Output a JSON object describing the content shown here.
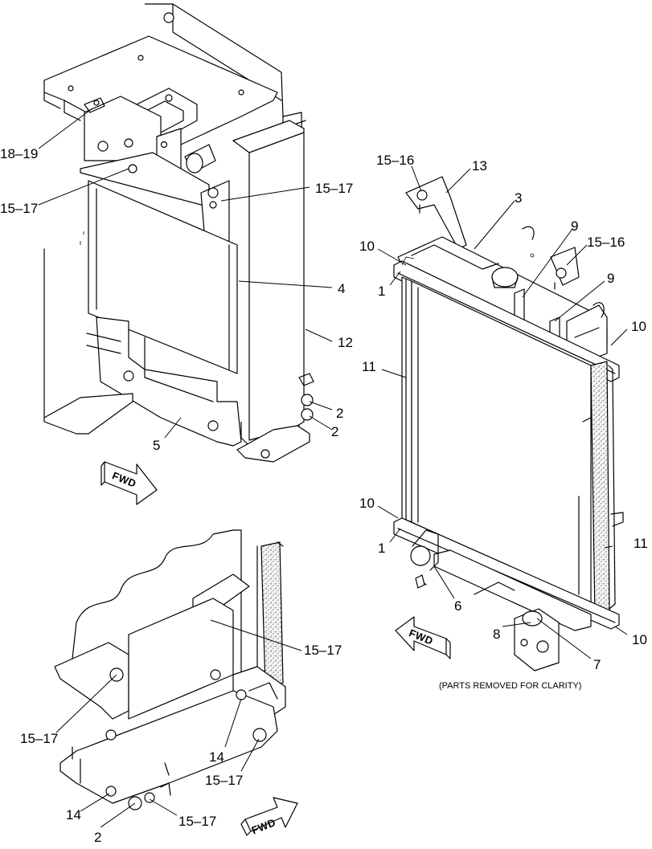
{
  "callouts": {
    "c18_19": "18–19",
    "c15_17a": "15–17",
    "c15_17b": "15–17",
    "c4": "4",
    "c12": "12",
    "c2a": "2",
    "c2b": "2",
    "c5": "5",
    "c15_16a": "15–16",
    "c13": "13",
    "c3": "3",
    "c10a": "10",
    "c1a": "1",
    "c9a": "9",
    "c15_16b": "15–16",
    "c9b": "9",
    "c10b": "10",
    "c11a": "11",
    "c10c": "10",
    "c1b": "1",
    "c6": "6",
    "c11b": "11",
    "c8": "8",
    "c7": "7",
    "c10d": "10",
    "c15_17c": "15–17",
    "c15_17d": "15–17",
    "c14a": "14",
    "c15_17e": "15–17",
    "c14b": "14",
    "c2c": "2",
    "c15_17f": "15–17"
  },
  "arrows": {
    "fwd_top": "FWD",
    "fwd_right": "FWD",
    "fwd_bottom": "FWD"
  },
  "note": "(PARTS REMOVED FOR CLARITY)"
}
